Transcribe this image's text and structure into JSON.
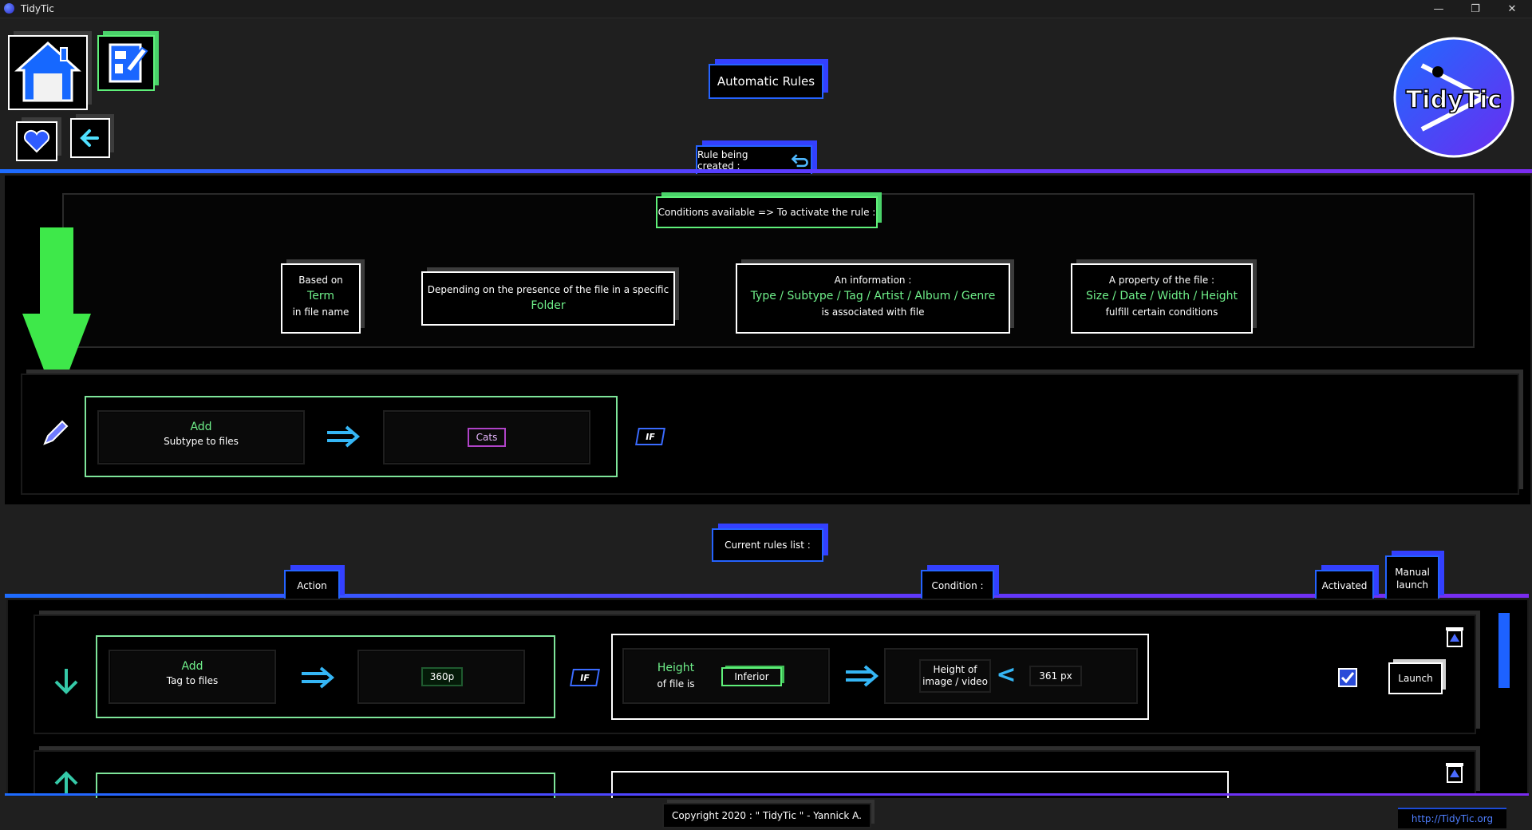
{
  "window": {
    "title": "TidyTic",
    "min": "—",
    "restore": "❐",
    "close": "✕"
  },
  "header": {
    "title": "Automatic Rules",
    "logo_text": "TidyTic"
  },
  "rule_creation": {
    "section_label": "Rule being created :",
    "conditions_label": "Conditions available => To activate the rule :",
    "conditions": [
      {
        "line1": "Based on",
        "highlight": "Term",
        "line3": "in file name"
      },
      {
        "line1": "Depending on the presence of the file in a specific",
        "highlight": "Folder",
        "line3": ""
      },
      {
        "line1": "An information :",
        "highlight": "Type / Subtype / Tag / Artist / Album / Genre",
        "line3": "is associated with file"
      },
      {
        "line1": "A property of the file :",
        "highlight": "Size / Date / Width / Height",
        "line3": "fulfill certain conditions"
      }
    ],
    "action_verb": "Add",
    "action_target": "Subtype to files",
    "value_chip": "Cats",
    "if_label": "IF"
  },
  "rules_list": {
    "section_label": "Current rules list :",
    "columns": {
      "action": "Action",
      "condition": "Condition :",
      "activated": "Activated",
      "manual1": "Manual",
      "manual2": "launch"
    },
    "rows": [
      {
        "action_verb": "Add",
        "action_target": "Tag to files",
        "value_chip": "360p",
        "if_label": "IF",
        "cond_prop1": "Height",
        "cond_prop2": "of file is",
        "cond_op": "Inferior",
        "cond_field1": "Height of",
        "cond_field2": "image / video",
        "cond_cmp": "<",
        "cond_value": "361 px",
        "launch_label": "Launch",
        "activated": true
      }
    ]
  },
  "footer": {
    "copyright": "Copyright 2020 : \" TidyTic \" - Yannick A.",
    "url": "http://TidyTic.org"
  },
  "colors": {
    "accent_blue": "#2563ff",
    "accent_purple": "#7a2cf0",
    "accent_green": "#5ff07a",
    "arrow_cyan": "#35b6f5"
  }
}
